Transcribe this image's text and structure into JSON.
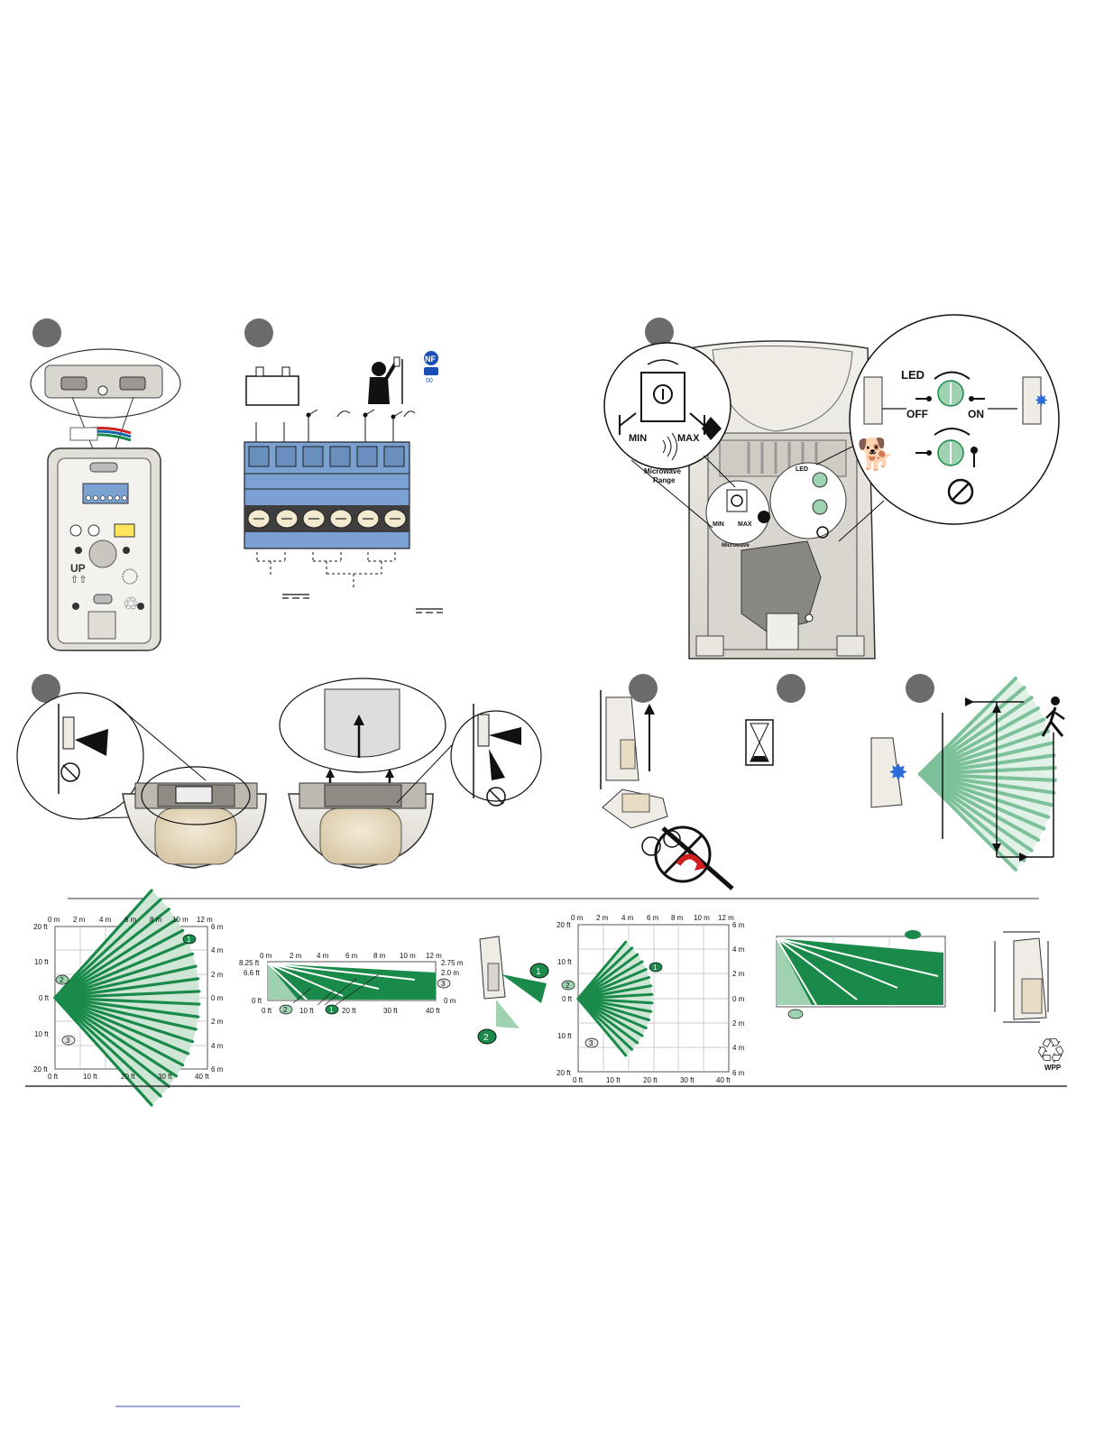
{
  "colors": {
    "step_badge": "#6b6b6b",
    "pattern_green": "#1a8a4a",
    "pattern_light": "#cfe6d6",
    "terminal_blue": "#7aa1d2",
    "housing": "#e9e6e0",
    "lens": "#e8dcc4",
    "accent_blue": "#2b6cd8",
    "warning_red": "#d11f1f"
  },
  "icons": [
    "battery-icon",
    "tamper-person-icon",
    "nf-logo-icon",
    "a2p-logo-icon",
    "walking-person-icon",
    "hourglass-icon",
    "dog-icon",
    "no-pet-icon",
    "recycle-icon",
    "screwdriver-icon",
    "led-flash-icon"
  ],
  "panel3": {
    "led_label": "LED",
    "off_label": "OFF",
    "on_label": "ON",
    "min_label": "MIN",
    "max_label": "MAX",
    "microwave_label_1": "Microwave",
    "microwave_label_2": "Range"
  },
  "panel1": {
    "up_label": "UP"
  },
  "chart_wide": {
    "top_ticks": [
      "0 m",
      "2 m",
      "4 m",
      "6 m",
      "8 m",
      "10 m",
      "12 m"
    ],
    "left_ticks": [
      "20 ft",
      "10 ft",
      "0 ft",
      "10 ft",
      "20 ft"
    ],
    "right_ticks": [
      "6 m",
      "4 m",
      "2 m",
      "0 m",
      "2 m",
      "4 m",
      "6 m"
    ],
    "bottom_ticks": [
      "0 ft",
      "10 ft",
      "20 ft",
      "30 ft",
      "40 ft"
    ],
    "callouts": [
      "1",
      "2",
      "3"
    ]
  },
  "chart_side": {
    "top_ticks": [
      "0 m",
      "2 m",
      "4 m",
      "6 m",
      "8 m",
      "10 m",
      "12 m"
    ],
    "left_ticks": [
      "8.25 ft",
      "6.6 ft",
      "0 ft"
    ],
    "right_ticks": [
      "2.75 m",
      "2.0 m",
      "0 m"
    ],
    "bottom_ticks": [
      "0 ft",
      "10 ft",
      "20 ft",
      "30 ft",
      "40 ft"
    ],
    "callouts": [
      "2",
      "1",
      "3"
    ]
  },
  "chart_short": {
    "top_ticks": [
      "0 m",
      "2 m",
      "4 m",
      "6 m",
      "8 m",
      "10 m",
      "12 m"
    ],
    "left_ticks": [
      "20 ft",
      "10 ft",
      "0 ft",
      "10 ft",
      "20 ft"
    ],
    "right_ticks": [
      "6 m",
      "4 m",
      "2 m",
      "0 m",
      "2 m",
      "4 m",
      "6 m"
    ],
    "bottom_ticks": [
      "0 ft",
      "10 ft",
      "20 ft",
      "30 ft",
      "40 ft"
    ],
    "callouts": [
      "1",
      "2",
      "3"
    ]
  },
  "detector_callouts": [
    "1",
    "2"
  ],
  "recycle_label": "WPP"
}
